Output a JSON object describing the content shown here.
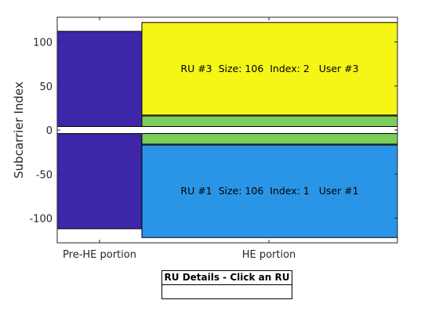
{
  "chart_data": {
    "type": "bar",
    "ylabel": "Subcarrier Index",
    "ylim": [
      -128,
      128
    ],
    "yticks": [
      -100,
      -50,
      0,
      50,
      100
    ],
    "categories": [
      "Pre-HE portion",
      "HE portion"
    ],
    "grid": false,
    "blocks": [
      {
        "name": "pre-he-upper",
        "x": "Pre-HE portion",
        "y0": 4,
        "y1": 112,
        "color": "#3e26a8",
        "label": ""
      },
      {
        "name": "pre-he-lower",
        "x": "Pre-HE portion",
        "y0": -112,
        "y1": -4,
        "color": "#3e26a8",
        "label": ""
      },
      {
        "name": "ru-3",
        "x": "HE portion",
        "y0": 17,
        "y1": 122,
        "color": "#f5f516",
        "label": "RU #3  Size: 106  Index: 2   User #3"
      },
      {
        "name": "he-upper-green",
        "x": "HE portion",
        "y0": 4,
        "y1": 16,
        "color": "#7bcd5c",
        "label": ""
      },
      {
        "name": "he-lower-green",
        "x": "HE portion",
        "y0": -16,
        "y1": -4,
        "color": "#7bcd5c",
        "label": ""
      },
      {
        "name": "ru-1",
        "x": "HE portion",
        "y0": -122,
        "y1": -17,
        "color": "#2a95e6",
        "label": "RU #1  Size: 106  Index: 1   User #1"
      }
    ]
  },
  "details_panel": {
    "title": "RU Details - Click an RU",
    "body": ""
  }
}
